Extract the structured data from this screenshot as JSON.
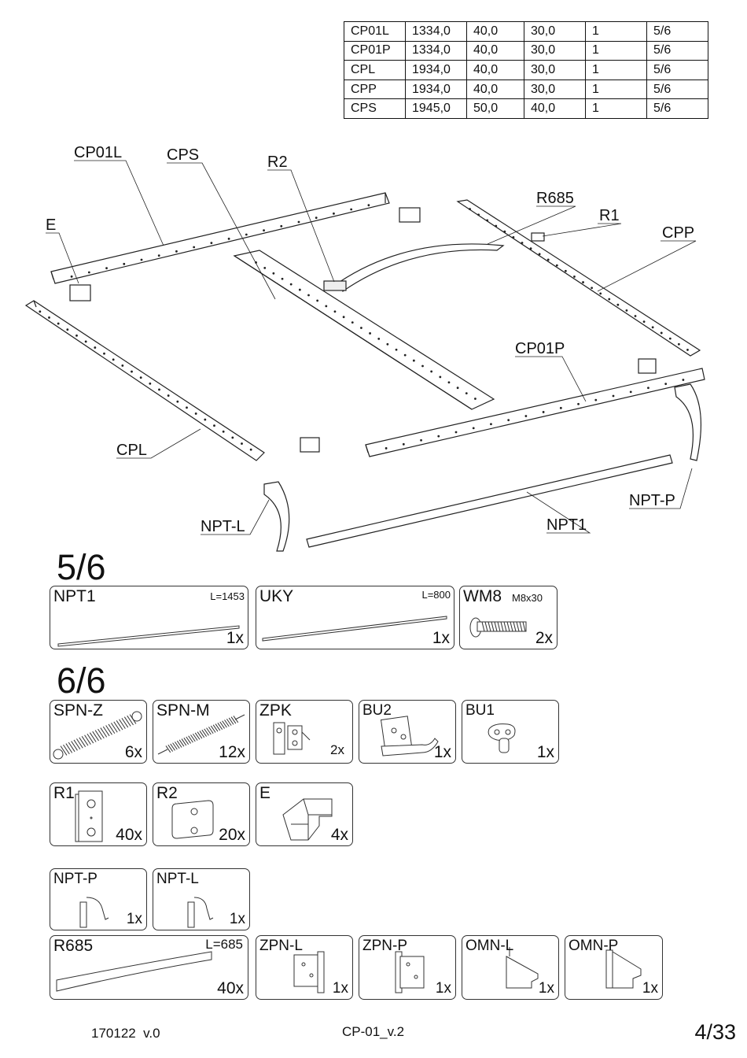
{
  "parts_table": [
    [
      "CP01L",
      "1334,0",
      "40,0",
      "30,0",
      "1",
      "5/6"
    ],
    [
      "CP01P",
      "1334,0",
      "40,0",
      "30,0",
      "1",
      "5/6"
    ],
    [
      "CPL",
      "1934,0",
      "40,0",
      "30,0",
      "1",
      "5/6"
    ],
    [
      "CPP",
      "1934,0",
      "40,0",
      "30,0",
      "1",
      "5/6"
    ],
    [
      "CPS",
      "1945,0",
      "50,0",
      "40,0",
      "1",
      "5/6"
    ]
  ],
  "callouts": {
    "cp01l": "CP01L",
    "cps": "CPS",
    "r2": "R2",
    "r685": "R685",
    "r1": "R1",
    "cpp": "CPP",
    "e": "E",
    "cp01p": "CP01P",
    "cpl": "CPL",
    "npt_p": "NPT-P",
    "npt_l": "NPT-L",
    "npt1": "NPT1"
  },
  "sections": {
    "s56": "5/6",
    "s66": "6/6"
  },
  "cards": {
    "npt1": {
      "name": "NPT1",
      "length": "L=1453",
      "qty": "1x"
    },
    "uky": {
      "name": "UKY",
      "length": "L=800",
      "qty": "1x"
    },
    "wm8": {
      "name": "WM8",
      "spec": "M8x30",
      "qty": "2x"
    },
    "spn_z": {
      "name": "SPN-Z",
      "qty": "6x"
    },
    "spn_m": {
      "name": "SPN-M",
      "qty": "12x"
    },
    "zpk": {
      "name": "ZPK",
      "qty": "2x"
    },
    "bu2": {
      "name": "BU2",
      "qty": "1x"
    },
    "bu1": {
      "name": "BU1",
      "qty": "1x"
    },
    "r1": {
      "name": "R1",
      "qty": "40x"
    },
    "r2": {
      "name": "R2",
      "qty": "20x"
    },
    "e": {
      "name": "E",
      "qty": "4x"
    },
    "npt_p": {
      "name": "NPT-P",
      "qty": "1x"
    },
    "npt_l": {
      "name": "NPT-L",
      "qty": "1x"
    },
    "r685": {
      "name": "R685",
      "length": "L=685",
      "qty": "40x"
    },
    "zpn_l": {
      "name": "ZPN-L",
      "qty": "1x"
    },
    "zpn_p": {
      "name": "ZPN-P",
      "qty": "1x"
    },
    "omn_l": {
      "name": "OMN-L",
      "qty": "1x"
    },
    "omn_p": {
      "name": "OMN-P",
      "qty": "1x"
    }
  },
  "footer": {
    "date_version": "170122  v.0",
    "doc_code": "CP-01_v.2",
    "page": "4/33"
  }
}
